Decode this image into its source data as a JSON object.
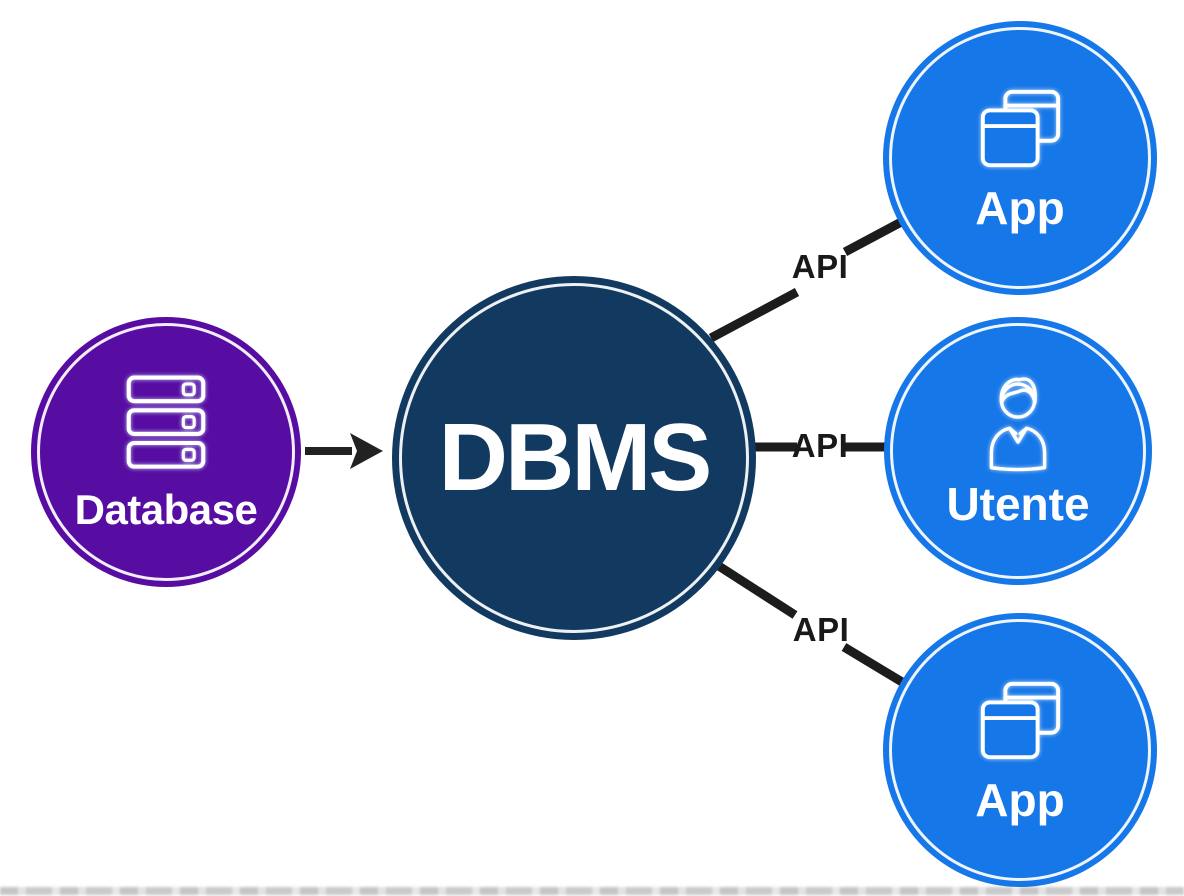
{
  "diagram": {
    "background_color": "#ffffff",
    "connector_color": "#1c1c1c",
    "nodes": {
      "database": {
        "label": "Database",
        "color": "#570ca2",
        "text_color": "#ffffff",
        "icon": "server-stack-icon"
      },
      "dbms": {
        "label": "DBMS",
        "color": "#123a60",
        "text_color": "#ffffff"
      },
      "app_top": {
        "label": "App",
        "color": "#1677e8",
        "text_color": "#ffffff",
        "icon": "app-windows-icon"
      },
      "utente": {
        "label": "Utente",
        "color": "#1677e8",
        "text_color": "#ffffff",
        "icon": "user-icon"
      },
      "app_bottom": {
        "label": "App",
        "color": "#1677e8",
        "text_color": "#ffffff",
        "icon": "app-windows-icon"
      }
    },
    "edges": {
      "database_to_dbms": {
        "type": "arrow",
        "label": ""
      },
      "dbms_to_app_top": {
        "label": "API"
      },
      "dbms_to_utente": {
        "label": "API"
      },
      "dbms_to_app_bottom": {
        "label": "API"
      }
    }
  }
}
